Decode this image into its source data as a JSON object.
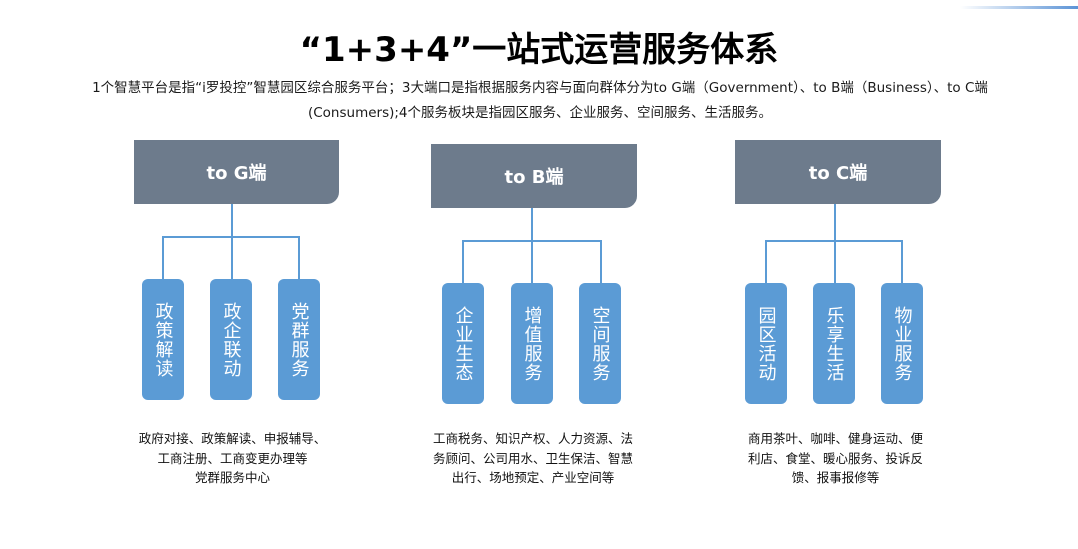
{
  "title": "“1+3+4”一站式运营服务体系",
  "description_line1": "1个智慧平台是指“i罗投控”智慧园区综合服务平台；3大端口是指根据服务内容与面向群体分为to G端（Government）、to B端（Business）、to C端",
  "description_line2": "(Consumers);4个服务板块是指园区服务、企业服务、空间服务、生活服务。",
  "columns": [
    {
      "header": "to G端",
      "pills": [
        "政策解读",
        "政企联动",
        "党群服务"
      ],
      "note_lines": [
        "政府对接、政策解读、申报辅导、",
        "工商注册、工商变更办理等",
        "党群服务中心"
      ]
    },
    {
      "header": "to B端",
      "pills": [
        "企业生态",
        "增值服务",
        "空间服务"
      ],
      "note_lines": [
        "工商税务、知识产权、人力资源、法",
        "务顾问、公司用水、卫生保洁、智慧",
        "出行、场地预定、产业空间等"
      ]
    },
    {
      "header": "to C端",
      "pills": [
        "园区活动",
        "乐享生活",
        "物业服务"
      ],
      "note_lines": [
        "商用茶叶、咖啡、健身运动、便",
        "利店、食堂、暖心服务、投诉反",
        "馈、报事报修等"
      ]
    }
  ],
  "colors": {
    "header_bg": "#6d7b8c",
    "pill_bg": "#5b9bd5",
    "line": "#5b9bd5"
  }
}
